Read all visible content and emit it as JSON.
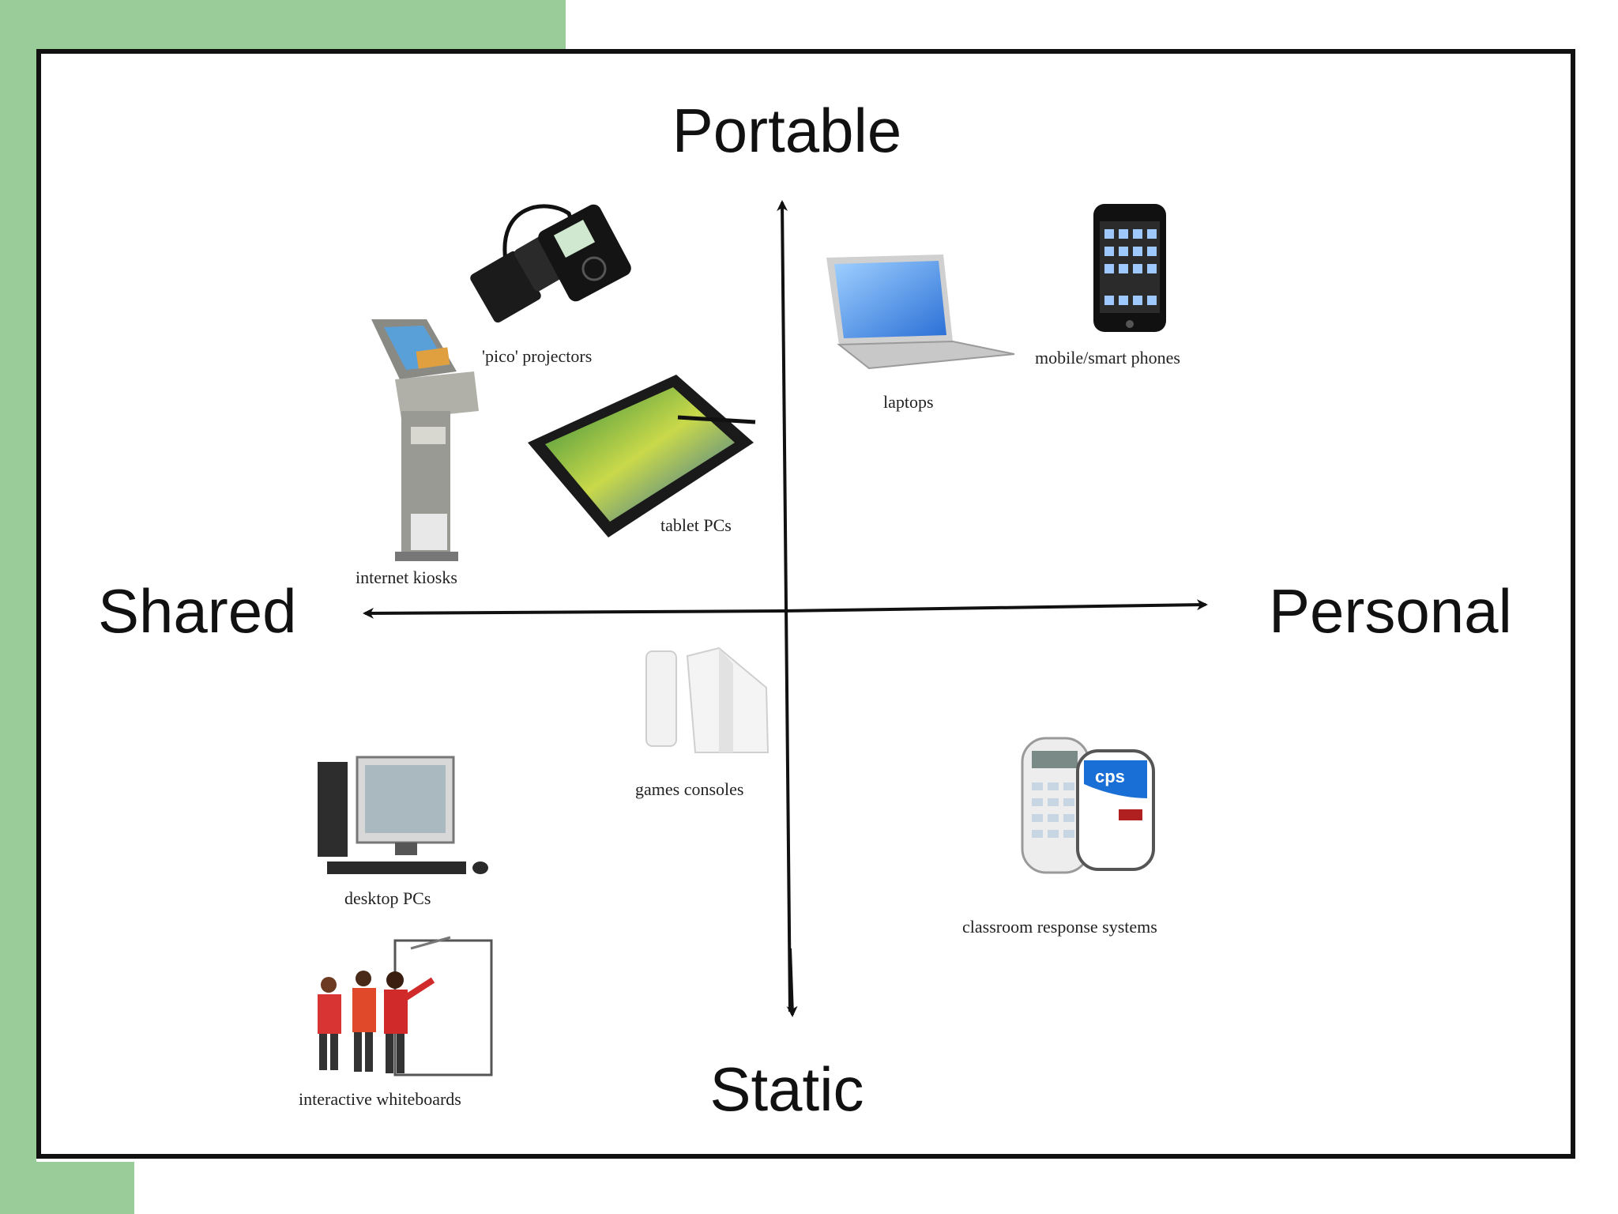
{
  "axes": {
    "top": "Portable",
    "bottom": "Static",
    "left": "Shared",
    "right": "Personal"
  },
  "items": {
    "pico_projectors": "'pico' projectors",
    "internet_kiosks": "internet kiosks",
    "tablet_pcs": "tablet PCs",
    "laptops": "laptops",
    "mobile_phones": "mobile/smart phones",
    "games_consoles": "games consoles",
    "desktop_pcs": "desktop PCs",
    "interactive_whiteboards": "interactive whiteboards",
    "classroom_response": "classroom response systems"
  },
  "colors": {
    "background_green": "#99cc99",
    "frame_border": "#111111"
  },
  "device_badge": "cps"
}
